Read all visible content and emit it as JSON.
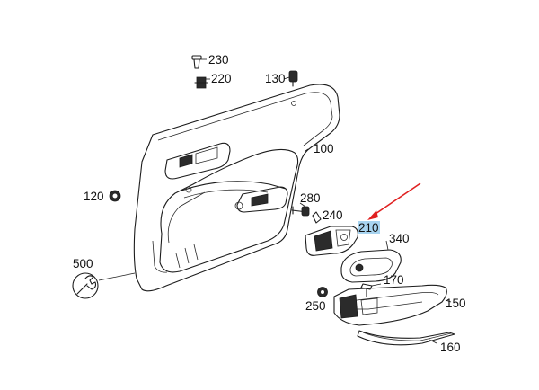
{
  "diagram": {
    "callouts": [
      {
        "id": "230",
        "label": "230"
      },
      {
        "id": "220",
        "label": "220"
      },
      {
        "id": "130",
        "label": "130"
      },
      {
        "id": "100",
        "label": "100"
      },
      {
        "id": "120",
        "label": "120"
      },
      {
        "id": "280",
        "label": "280"
      },
      {
        "id": "240",
        "label": "240"
      },
      {
        "id": "210",
        "label": "210"
      },
      {
        "id": "340",
        "label": "340"
      },
      {
        "id": "500",
        "label": "500"
      },
      {
        "id": "170",
        "label": "170"
      },
      {
        "id": "250",
        "label": "250"
      },
      {
        "id": "150",
        "label": "150"
      },
      {
        "id": "160",
        "label": "160"
      }
    ],
    "highlighted_callout": "210",
    "highlight_color": "#a8d4f0",
    "arrow_color": "#e02020",
    "line_color": "#1c1c1c",
    "icons": [
      "wrench-icon"
    ]
  }
}
